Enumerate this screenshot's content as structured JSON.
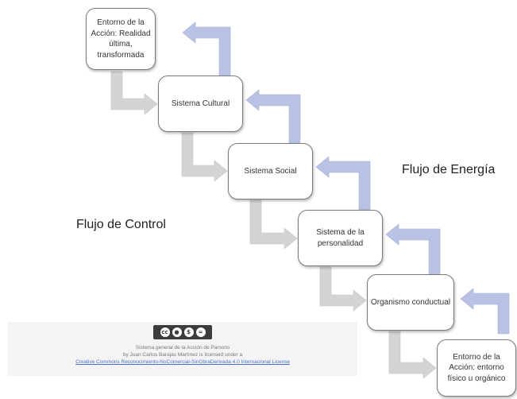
{
  "colors": {
    "control_arrow": "#d4d4d4",
    "energy_arrow": "#b9c2e4",
    "box_border": "#7a7a7a"
  },
  "boxes": [
    {
      "text": "Entorno de la Acción: Realidad última, transformada"
    },
    {
      "text": "Sistema Cultural"
    },
    {
      "text": "Sistema Social"
    },
    {
      "text": "Sistema de la personalidad"
    },
    {
      "text": "Organismo conductual"
    },
    {
      "text": "Entorno de la Acción: entorno físico u orgánico"
    }
  ],
  "labels": {
    "energy": "Flujo de Energía",
    "control": "Flujo de Control"
  },
  "license": {
    "badge_icons": [
      "cc-icon",
      "by-icon",
      "nc-icon",
      "nd-icon"
    ],
    "line1": "Sistema general de la Acción de Parsons",
    "line2": "by Juan Carlos Barajas Martínez is licensed under a",
    "link": "Creative Commons Reconocimiento-NoComercial-SinObraDerivada 4.0 Internacional License"
  }
}
